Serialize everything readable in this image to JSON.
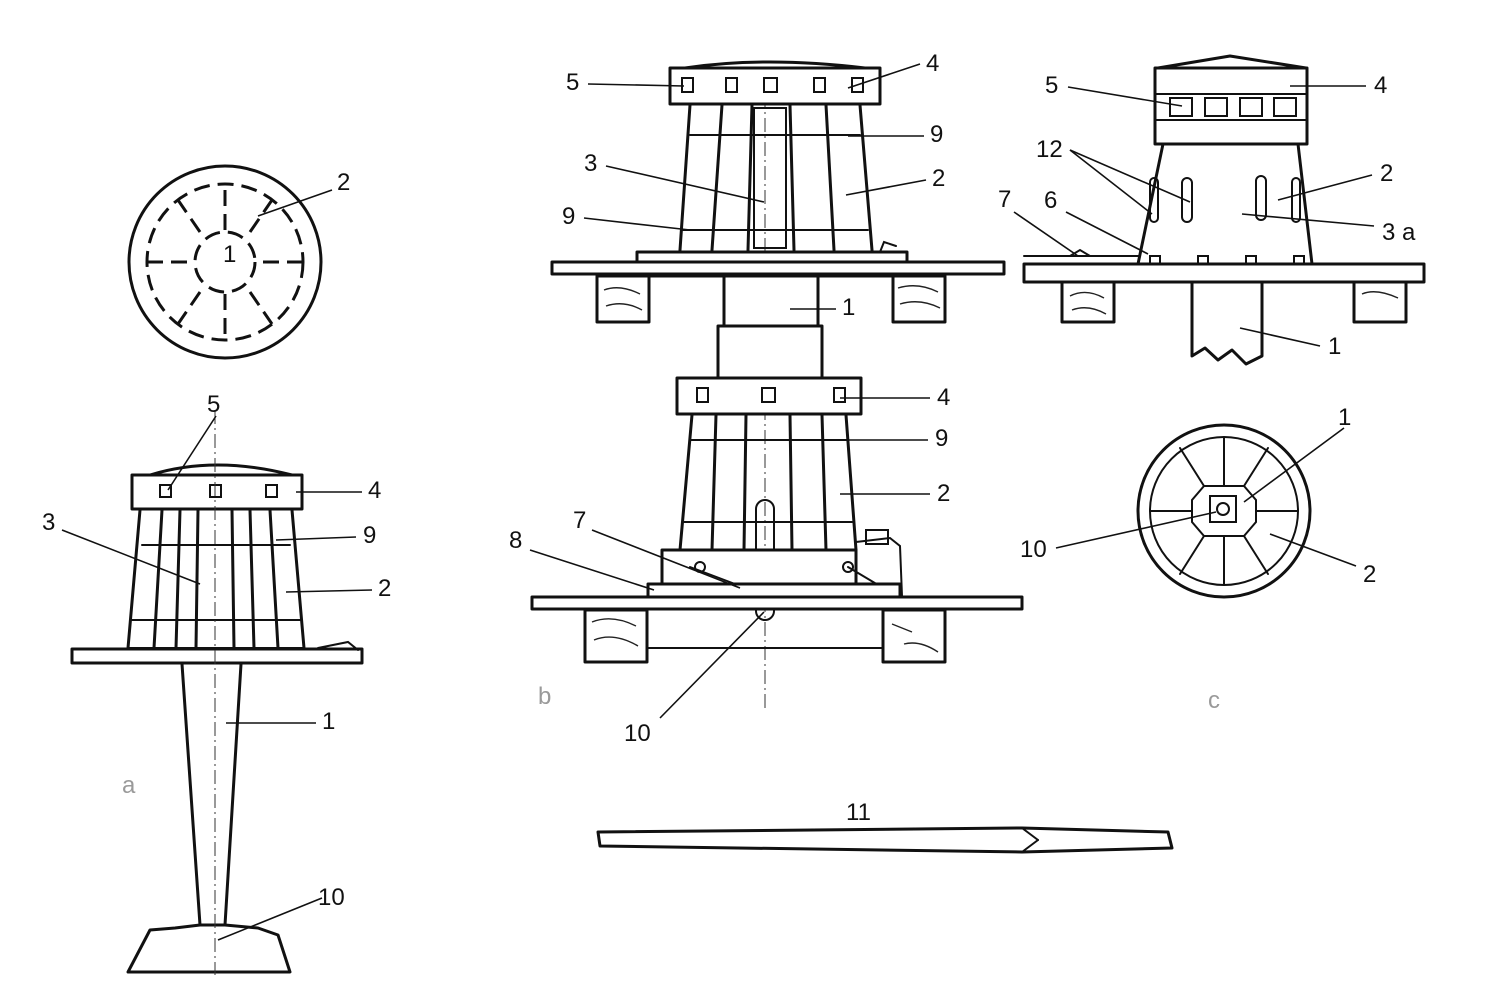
{
  "figure": {
    "panel_a": {
      "letter": "a",
      "labels": {
        "one": "1",
        "two": "2",
        "three": "3",
        "four": "4",
        "five": "5",
        "nine": "9",
        "ten": "10"
      }
    },
    "panel_b": {
      "letter": "b",
      "labels": {
        "one": "1",
        "two": "2",
        "three": "3",
        "four": "4",
        "five": "5",
        "seven": "7",
        "eight": "8",
        "nine": "9",
        "ten": "10",
        "eleven": "11"
      }
    },
    "panel_c": {
      "letter": "c",
      "labels": {
        "one": "1",
        "two": "2",
        "three_a": "3 a",
        "four": "4",
        "five": "5",
        "six": "6",
        "seven": "7",
        "ten": "10",
        "twelve": "12"
      }
    }
  }
}
